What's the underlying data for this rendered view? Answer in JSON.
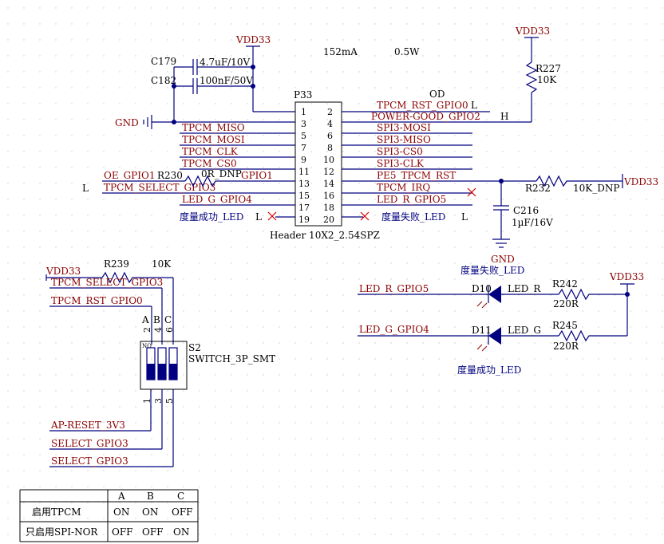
{
  "power": {
    "vdd_top": "VDD33",
    "vdd_r227": "VDD33",
    "vdd_r232": "VDD33",
    "vdd_s2": "VDD33",
    "vdd_led": "VDD33",
    "gnd_left": "GND",
    "gnd_c216": "GND"
  },
  "notes": {
    "current": "152mA",
    "power": "0.5W",
    "od": "OD",
    "h": "H",
    "l_left": "L"
  },
  "caps": {
    "c179_ref": "C179",
    "c179_val": "4.7uF/10V",
    "c182_ref": "C182",
    "c182_val": "100nF/50V",
    "c216_ref": "C216",
    "c216_val": "1µF/16V"
  },
  "resistors": {
    "r227_ref": "R227",
    "r227_val": "10K",
    "r230_ref": "R230",
    "r230_val": "0R_DNP",
    "r232_ref": "R232",
    "r232_val": "10K_DNP",
    "r239_ref": "R239",
    "r239_val": "10K",
    "r242_ref": "R242",
    "r242_val": "220R",
    "r245_ref": "R245",
    "r245_val": "220R"
  },
  "header": {
    "ref": "P33",
    "footprint": "Header 10X2_2.54SPZ",
    "left_pins": [
      "1",
      "3",
      "5",
      "7",
      "9",
      "11",
      "13",
      "15",
      "17",
      "19"
    ],
    "right_pins": [
      "2",
      "4",
      "6",
      "8",
      "10",
      "12",
      "14",
      "16",
      "18",
      "20"
    ],
    "left_nets": [
      "TPCM_MISO",
      "TPCM_MOSI",
      "TPCM_CLK",
      "TPCM_CS0",
      "GPIO1",
      "TPCM_SELECT_GPIO3",
      "LED_G_GPIO4",
      "度量成功_LED"
    ],
    "right_nets": [
      "TPCM_RST_GPIO0",
      "POWER-GOOD_GPIO2",
      "SPI3-MOSI",
      "SPI3-MISO",
      "SPI3-CS0",
      "SPI3-CLK",
      "PE5_TPCM_RST",
      "TPCM_IRQ",
      "LED_R_GPIO5",
      "度量失败_LED"
    ],
    "oe_gpio1": "OE_GPIO1",
    "l_rst": "L",
    "l_pin19": "L",
    "l_pin20": "L"
  },
  "switch": {
    "ref": "S2",
    "type": "SWITCH_3P_SMT",
    "on_mark": "NO",
    "col_a": "A",
    "col_b": "B",
    "col_c": "C",
    "top_pins": [
      "2",
      "4",
      "6"
    ],
    "bottom_pins": [
      "1",
      "3",
      "5"
    ],
    "nets_top": [
      "TPCM_SELECT_GPIO3",
      "TPCM_RST_GPIO0"
    ],
    "nets_bottom": [
      "AP-RESET_3V3",
      "SELECT_GPIO3",
      "SELECT_GPIO3"
    ]
  },
  "leds": {
    "title_top": "度量失败_LED",
    "d10_ref": "D10",
    "d10_net_in": "LED_R_GPIO5",
    "d10_net_out": "LED_R",
    "d11_ref": "D11",
    "d11_net_in": "LED_G_GPIO4",
    "d11_net_out": "LED_G",
    "title_bottom": "度量成功_LED"
  },
  "mode_table": {
    "headers": [
      "A",
      "B",
      "C"
    ],
    "rows": [
      {
        "label": "启用TPCM",
        "values": [
          "ON",
          "ON",
          "OFF"
        ]
      },
      {
        "label": "只启用SPI-NOR",
        "values": [
          "OFF",
          "OFF",
          "ON"
        ]
      }
    ]
  }
}
